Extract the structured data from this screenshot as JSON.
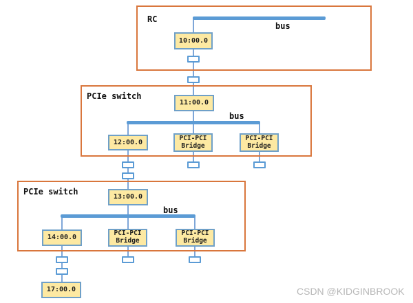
{
  "diagram": {
    "groups": {
      "rc": {
        "label": "RC"
      },
      "switch1": {
        "label": "PCIe switch"
      },
      "switch2": {
        "label": "PCIe switch"
      }
    },
    "bus_labels": {
      "rc": "bus",
      "switch1": "bus",
      "switch2": "bus"
    },
    "nodes": {
      "n10": "10:00.0",
      "n11": "11:00.0",
      "n12": "12:00.0",
      "n13": "13:00.0",
      "n14": "14:00.0",
      "n17": "17:00.0",
      "bridge_line1": "PCI-PCI",
      "bridge_line2": "Bridge"
    },
    "watermark": "CSDN @KIDGINBROOK",
    "colors": {
      "group_border": "#d9763c",
      "node_fill": "#fde9a2",
      "node_border": "#6fa0c8",
      "bus_line": "#5b9bd5",
      "connector": "#7ea6d8",
      "watermark_text": "#b8b8b8"
    }
  }
}
